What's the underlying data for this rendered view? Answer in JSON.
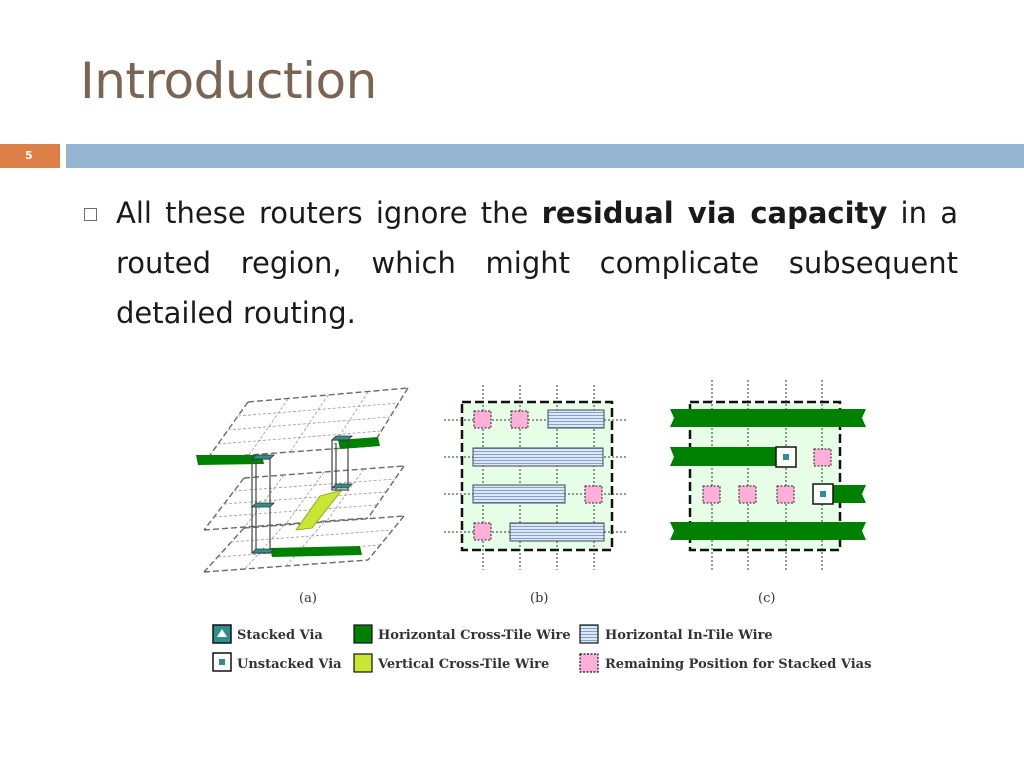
{
  "slide": {
    "title": "Introduction",
    "number": "5",
    "bullet": {
      "pre": "All these routers ignore the ",
      "bold": "residual via capacity",
      "post": " in a routed region, which might complicate subsequent detailed routing."
    }
  },
  "figure": {
    "captions": [
      "(a)",
      "(b)",
      "(c)"
    ],
    "legend": {
      "stacked_via": "Stacked Via",
      "unstacked_via": "Unstacked  Via",
      "h_cross": "Horizontal Cross-Tile Wire",
      "v_cross": "Vertical Cross-Tile Wire",
      "h_intile": "Horizontal  In-Tile Wire",
      "remaining": "Remaining Position for Stacked Vias"
    },
    "colors": {
      "wire_green": "#008000",
      "tile_bg": "#e6ffe6",
      "intile_blue": "#cfe0f5",
      "pink": "#ffb0d8",
      "via_teal": "#2f8f8f",
      "vertical_wire": "#c8e632",
      "accent_orange": "#dd8047",
      "bar_blue": "#94b6d2"
    }
  }
}
